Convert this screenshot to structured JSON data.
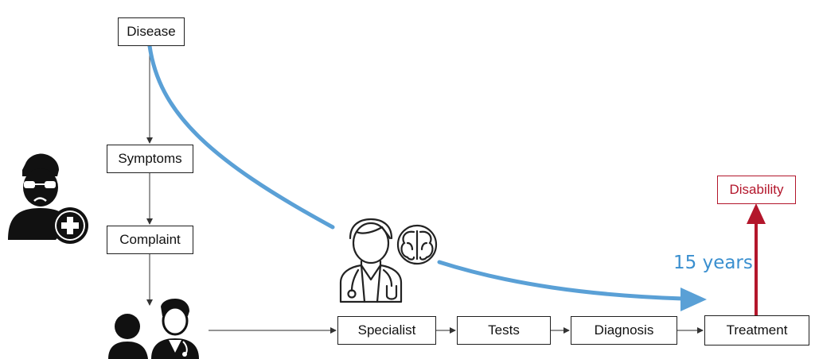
{
  "nodes": {
    "disease": "Disease",
    "symptoms": "Symptoms",
    "complaint": "Complaint",
    "specialist": "Specialist",
    "tests": "Tests",
    "diagnosis": "Diagnosis",
    "treatment": "Treatment",
    "disability": "Disability"
  },
  "delay_label": "15 years",
  "colors": {
    "boxes": "#1f1f1f",
    "delay_arrow": "#5aa0d6",
    "delay_text": "#3a8fcf",
    "disability": "#b3162b"
  },
  "icons": [
    "sick-patient-icon",
    "patient-and-doctor-icon",
    "neurologist-icon",
    "brain-icon"
  ]
}
